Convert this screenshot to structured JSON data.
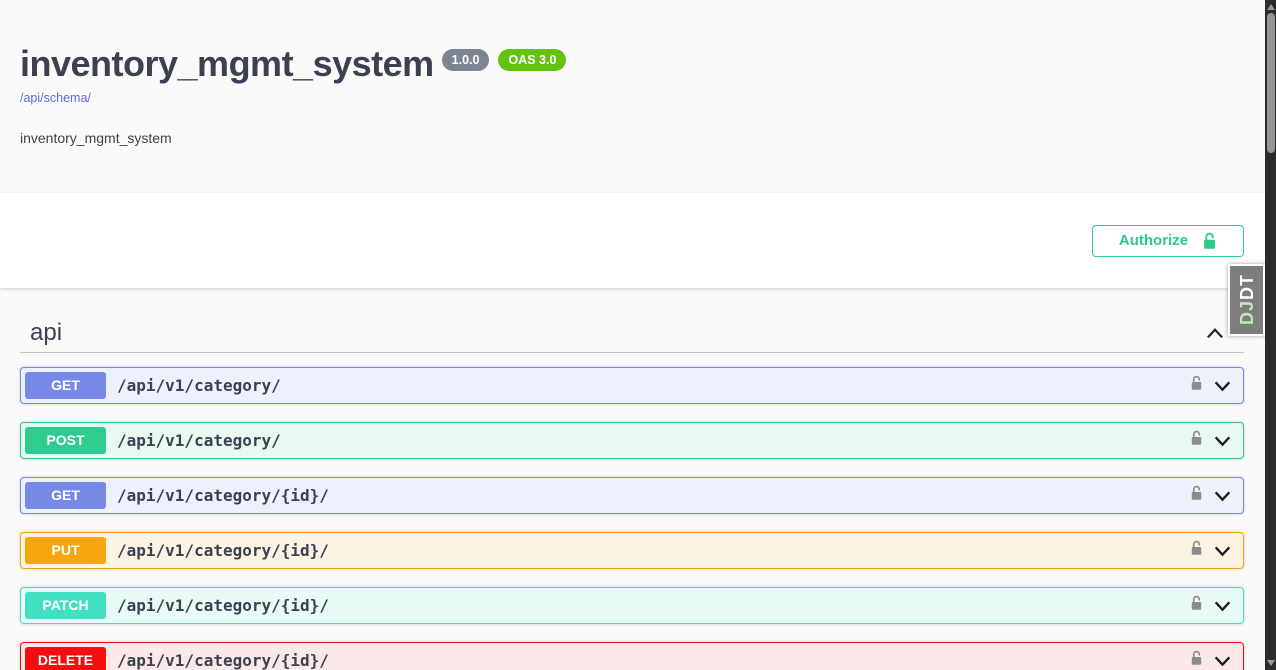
{
  "info": {
    "title": "inventory_mgmt_system",
    "version_badge": "1.0.0",
    "oas_badge": "OAS 3.0",
    "schema_link": "/api/schema/",
    "description": "inventory_mgmt_system"
  },
  "auth": {
    "authorize_label": "Authorize",
    "lock_icon": "unlock-icon"
  },
  "api_section": {
    "title": "api",
    "collapse_icon": "chevron-up-icon",
    "operations": [
      {
        "method": "GET",
        "path": "/api/v1/category/"
      },
      {
        "method": "POST",
        "path": "/api/v1/category/"
      },
      {
        "method": "GET",
        "path": "/api/v1/category/{id}/"
      },
      {
        "method": "PUT",
        "path": "/api/v1/category/{id}/"
      },
      {
        "method": "PATCH",
        "path": "/api/v1/category/{id}/"
      },
      {
        "method": "DELETE",
        "path": "/api/v1/category/{id}/"
      }
    ],
    "row_icons": [
      "unlock-icon",
      "chevron-down-icon"
    ]
  },
  "djdt": {
    "green_letters": "DJ",
    "white_letters": "DT"
  },
  "colors": {
    "page_bg": "#fafafa",
    "scheme_bg": "#ffffff",
    "heading_text": "#3b4151",
    "link": "#5b6cd9",
    "authorize_green": "#2bcc8a",
    "version_pill_bg": "#7d8492",
    "oas_pill_bg": "#66c211",
    "scrollbar_track": "#2c2c2c",
    "scrollbar_thumb": "#959595",
    "djdt_bg": "#7d7d7d",
    "methods": {
      "GET": {
        "badge": "#7689e6",
        "bg": "#edf1fc"
      },
      "POST": {
        "badge": "#2ecc8e",
        "bg": "#e9f8f1"
      },
      "PUT": {
        "badge": "#f7a50c",
        "bg": "#fbf4e2"
      },
      "PATCH": {
        "badge": "#42e0c2",
        "bg": "#e9fbf7"
      },
      "DELETE": {
        "badge": "#f40d0d",
        "bg": "#fbe9e9"
      }
    }
  }
}
